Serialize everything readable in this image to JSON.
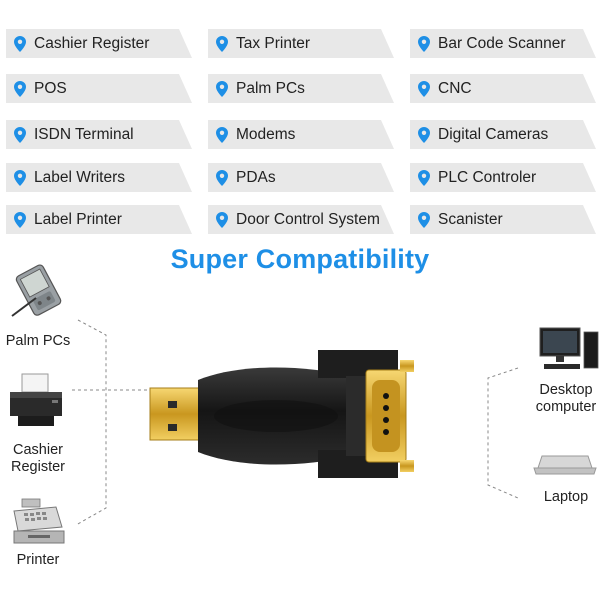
{
  "tags": [
    "Cashier Register",
    "Tax Printer",
    "Bar Code Scanner",
    "POS",
    "Palm PCs",
    "CNC",
    "ISDN Terminal",
    "Modems",
    "Digital Cameras",
    "Label Writers",
    "PDAs",
    "PLC Controler",
    "Label Printer",
    "Door Control System",
    "Scanister"
  ],
  "title": "Super Compatibility",
  "left_devices": [
    {
      "label": "Palm PCs",
      "icon": "pda-icon"
    },
    {
      "label_line1": "Cashier",
      "label_line2": "Register",
      "icon": "printer-icon"
    },
    {
      "label": "Printer",
      "icon": "cash-register-icon"
    }
  ],
  "right_devices": [
    {
      "label_line1": "Desktop",
      "label_line2": "computer",
      "icon": "desktop-computer-icon"
    },
    {
      "label": "Laptop",
      "icon": "laptop-icon"
    }
  ],
  "colors": {
    "accent": "#1e8fe6",
    "tag_bg": "#e8e8e8",
    "pin": "#1e8fe6"
  }
}
